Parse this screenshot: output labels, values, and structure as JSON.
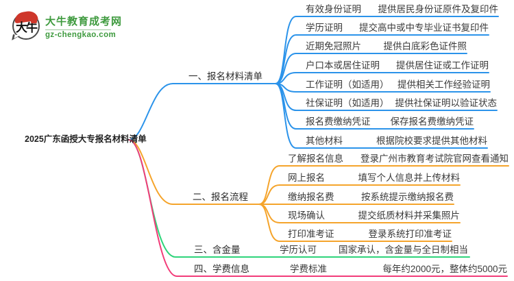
{
  "logo": {
    "badge": "大牛",
    "name": "大牛教育成考网",
    "domain": "gz-chengkao.com"
  },
  "root": {
    "title": "2025广东函授大专报名材料清单"
  },
  "colors": {
    "branch1": "#2B93EA",
    "branch2": "#F5A42B",
    "branch3": "#2ED47A",
    "branch4": "#F23C79",
    "logo_green": "#3E9A3E",
    "logo_red": "#CE372B",
    "text": "#3a3a3a"
  },
  "branches": [
    {
      "label": "一、报名材料清单",
      "items": [
        {
          "label": "有效身份证明",
          "value": "提供居民身份证原件及复印件"
        },
        {
          "label": "学历证明",
          "value": "提交高中或中专毕业证书复印件"
        },
        {
          "label": "近期免冠照片",
          "value": "提供白底彩色证件照"
        },
        {
          "label": "户口本或居住证明",
          "value": "提供居住证或工作证明"
        },
        {
          "label": "工作证明（如适用）",
          "value": "提供相关工作经验证明"
        },
        {
          "label": "社保证明（如适用）",
          "value": "提供社保证明以验证状态"
        },
        {
          "label": "报名费缴纳凭证",
          "value": "保存报名费缴纳凭证"
        },
        {
          "label": "其他材料",
          "value": "根据院校要求提供其他材料"
        }
      ]
    },
    {
      "label": "二、报名流程",
      "items": [
        {
          "label": "了解报名信息",
          "value": "登录广州市教育考试院官网查看通知"
        },
        {
          "label": "网上报名",
          "value": "填写个人信息并上传材料"
        },
        {
          "label": "缴纳报名费",
          "value": "按系统提示缴纳报名费"
        },
        {
          "label": "现场确认",
          "value": "提交纸质材料并采集照片"
        },
        {
          "label": "打印准考证",
          "value": "登录系统打印准考证"
        }
      ]
    },
    {
      "label": "三、含金量",
      "items": [
        {
          "label": "学历认可",
          "value": "国家承认，含金量与全日制相当"
        }
      ]
    },
    {
      "label": "四、学费信息",
      "items": [
        {
          "label": "学费标准",
          "value": "每年约2000元，整体约5000元"
        }
      ]
    }
  ]
}
